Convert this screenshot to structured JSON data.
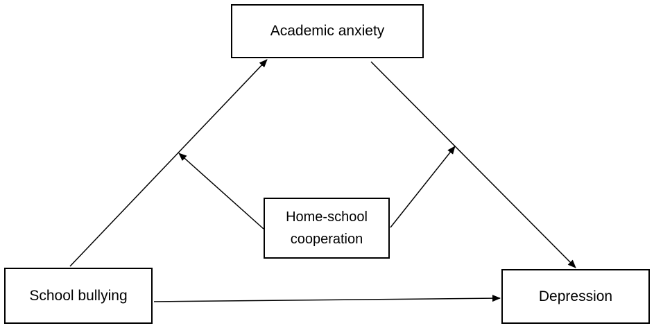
{
  "nodes": {
    "academic_anxiety": {
      "label": "Academic anxiety"
    },
    "home_school": {
      "line1": "Home-school",
      "line2": "cooperation"
    },
    "school_bullying": {
      "label": "School bullying"
    },
    "depression": {
      "label": "Depression"
    }
  },
  "edges": [
    {
      "from": "school_bullying",
      "to": "academic_anxiety"
    },
    {
      "from": "academic_anxiety",
      "to": "depression"
    },
    {
      "from": "school_bullying",
      "to": "depression"
    },
    {
      "from": "home_school",
      "to": "path: school_bullying → academic_anxiety"
    },
    {
      "from": "home_school",
      "to": "path: academic_anxiety → depression"
    }
  ],
  "colors": {
    "stroke": "#000000",
    "background": "#ffffff"
  }
}
